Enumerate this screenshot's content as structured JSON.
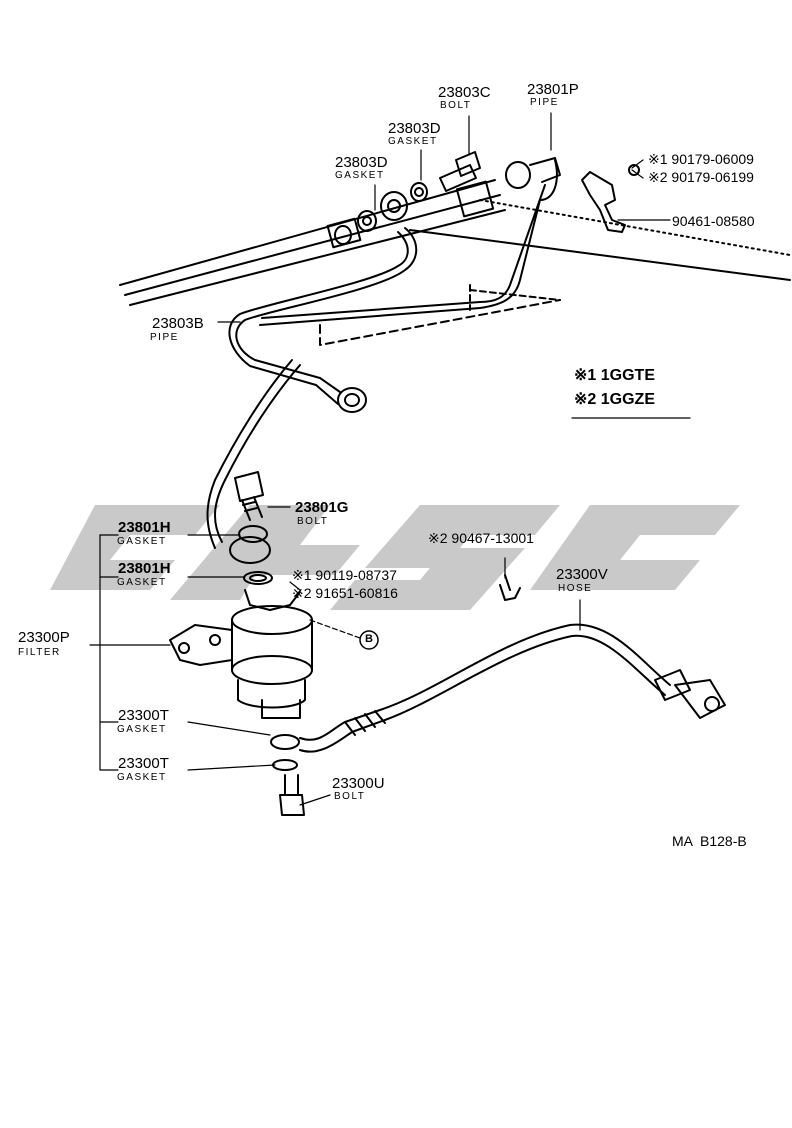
{
  "diagram_id": "MA  B128-B",
  "legend": {
    "row1": "※1 1GGTE",
    "row2": "※2 1GGZE"
  },
  "callout_b": "B",
  "parts": {
    "p23803C": {
      "number": "23803C",
      "name": "BOLT"
    },
    "p23801P": {
      "number": "23801P",
      "name": "PIPE"
    },
    "p23803D_1": {
      "number": "23803D",
      "name": "GASKET"
    },
    "p23803D_2": {
      "number": "23803D",
      "name": "GASKET"
    },
    "p90179_1": {
      "number": "※1 90179-06009"
    },
    "p90179_2": {
      "number": "※2 90179-06199"
    },
    "p90461": {
      "number": "90461-08580"
    },
    "p23803B": {
      "number": "23803B",
      "name": "PIPE"
    },
    "p23801G": {
      "number": "23801G",
      "name": "BOLT"
    },
    "p23801H_1": {
      "number": "23801H",
      "name": "GASKET"
    },
    "p23801H_2": {
      "number": "23801H",
      "name": "GASKET"
    },
    "p90119": {
      "number": "※1 90119-08737"
    },
    "p91651": {
      "number": "※2 91651-60816"
    },
    "p90467": {
      "number": "※2 90467-13001"
    },
    "p23300V": {
      "number": "23300V",
      "name": "HOSE"
    },
    "p23300P": {
      "number": "23300P",
      "name": "FILTER"
    },
    "p23300T_1": {
      "number": "23300T",
      "name": "GASKET"
    },
    "p23300T_2": {
      "number": "23300T",
      "name": "GASKET"
    },
    "p23300U": {
      "number": "23300U",
      "name": "BOLT"
    }
  }
}
